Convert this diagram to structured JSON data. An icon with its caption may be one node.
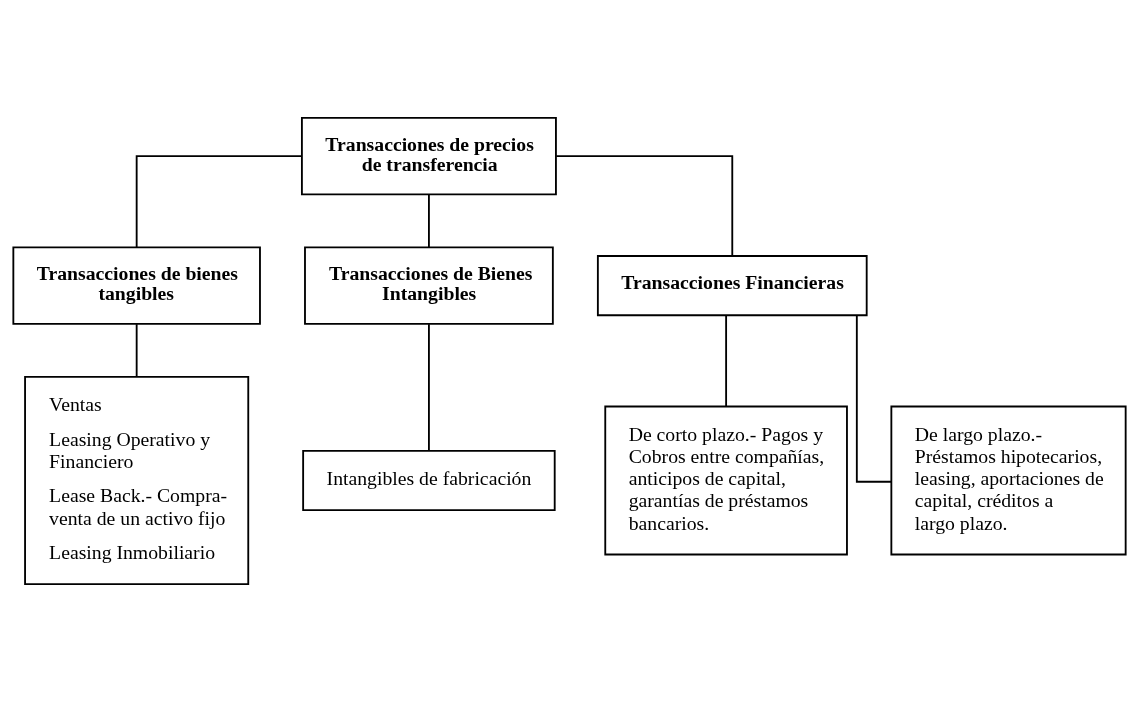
{
  "diagram": {
    "nodes": [
      {
        "text": [
          "Transacciones de precios de transferencia"
        ]
      },
      {
        "text": [
          "Transacciones de bienes tangibles"
        ]
      },
      {
        "text": [
          "Transacciones de Bienes Intangibles"
        ]
      },
      {
        "text": [
          "Transacciones Financieras"
        ]
      },
      {
        "text": [
          "Ventas",
          "Leasing Operativo y Financiero",
          "Lease Back.- Compra-venta de un activo fijo",
          "Leasing Inmobiliario"
        ]
      },
      {
        "text": [
          "Intangibles de fabricación"
        ]
      },
      {
        "text": [
          "De corto plazo.- Pagos y Cobros entre compañías, anticipos de capital, garantías de préstamos bancarios."
        ]
      },
      {
        "text": [
          "De largo plazo.- Préstamos hipotecarios, leasing, aportaciones de capital, créditos a largo plazo."
        ]
      }
    ],
    "edges": [
      {
        "from": 0,
        "to": 1,
        "arrow": "none"
      },
      {
        "from": 0,
        "to": 2,
        "arrow": "none"
      },
      {
        "from": 0,
        "to": 3,
        "arrow": "none"
      },
      {
        "from": 1,
        "to": 4,
        "arrow": "none"
      },
      {
        "from": 2,
        "to": 5,
        "arrow": "none"
      },
      {
        "from": 3,
        "to": 6,
        "arrow": "none"
      },
      {
        "from": 3,
        "to": 7,
        "arrow": "none"
      }
    ]
  }
}
